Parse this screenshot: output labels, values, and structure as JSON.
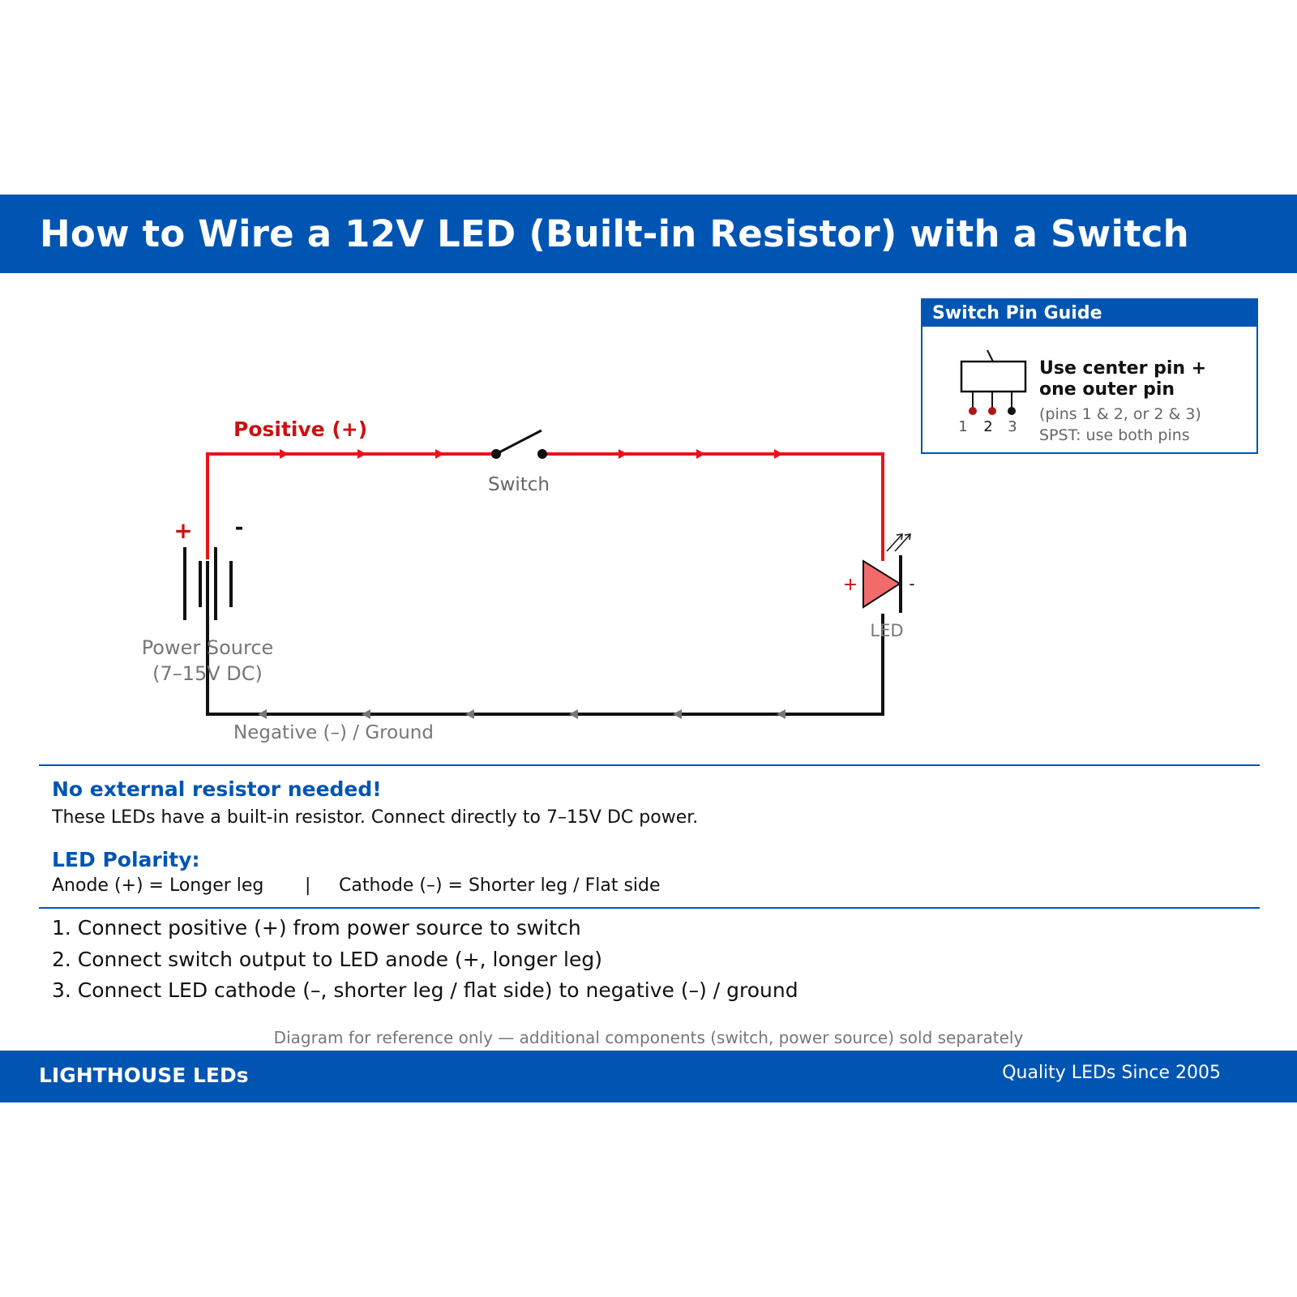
{
  "header": {
    "title": "How to Wire a 12V LED (Built-in Resistor) with a Switch"
  },
  "pin_guide": {
    "title": "Switch Pin Guide",
    "main_line1": "Use center pin +",
    "main_line2": "one outer pin",
    "note_line1": "(pins 1 & 2, or 2 & 3)",
    "note_line2": "SPST: use both pins",
    "pin_labels": [
      "1",
      "2",
      "3"
    ]
  },
  "diagram": {
    "positive_label": "Positive (+)",
    "switch_label": "Switch",
    "battery_plus": "+",
    "battery_minus": "-",
    "power_label_line1": "Power Source",
    "power_label_line2": "(7–15V DC)",
    "led_plus": "+",
    "led_minus": "-",
    "led_label": "LED",
    "negative_label": "Negative (–) / Ground",
    "colors": {
      "positive": "#e8141c",
      "negative": "#111111",
      "led_fill": "#f26b6b"
    }
  },
  "info": {
    "resistor_heading": "No external resistor needed!",
    "resistor_text": "These LEDs have a built-in resistor. Connect directly to 7–15V DC power.",
    "polarity_heading": "LED Polarity:",
    "polarity_anode": "Anode (+) = Longer leg",
    "polarity_separator": "|",
    "polarity_cathode": "Cathode (–) = Shorter leg / Flat side"
  },
  "steps": [
    "1. Connect positive (+) from power source to switch",
    "2. Connect switch output to LED anode (+, longer leg)",
    "3. Connect LED cathode (–, shorter leg / flat side) to negative (–) / ground"
  ],
  "disclaimer": "Diagram for reference only — additional components (switch, power source) sold separately",
  "footer": {
    "brand": "LIGHTHOUSE LEDs",
    "tagline": "Quality LEDs Since 2005"
  },
  "theme": {
    "brand_blue": "#0055b3"
  }
}
